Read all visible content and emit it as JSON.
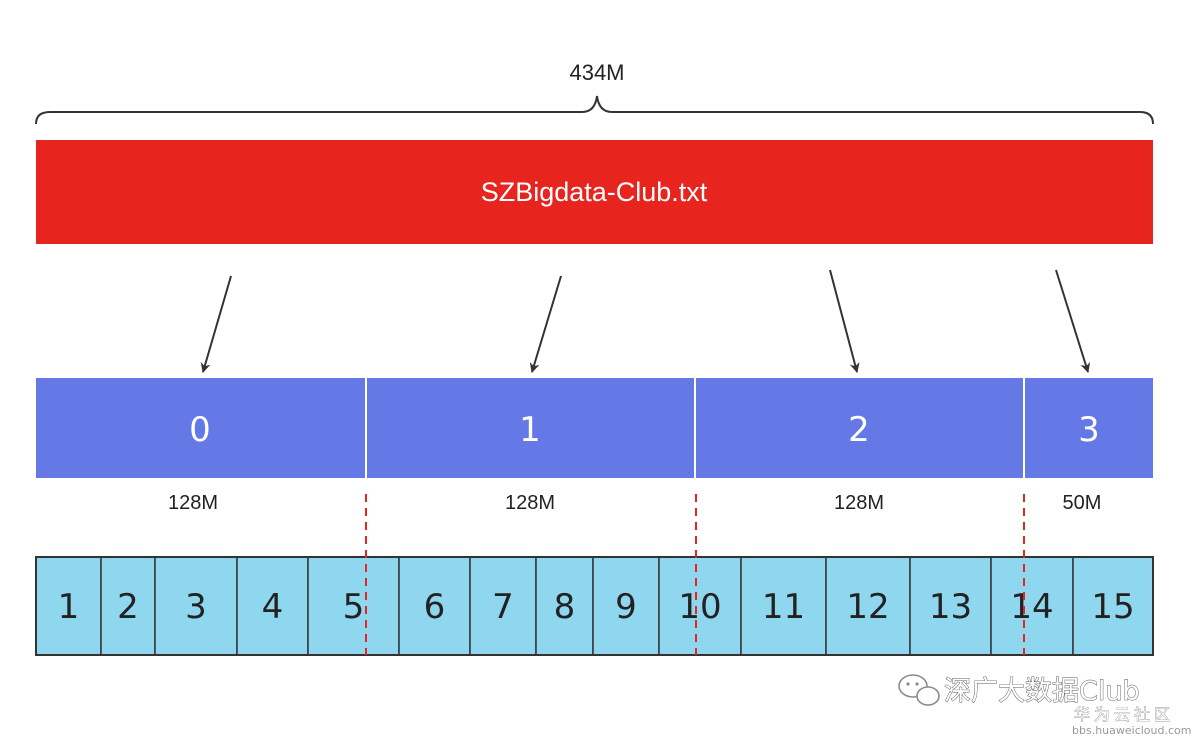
{
  "total_size": "434M",
  "file": {
    "name": "SZBigdata-Club.txt",
    "color": "#e8241f"
  },
  "blocks": [
    {
      "id": "0",
      "size": "128M"
    },
    {
      "id": "1",
      "size": "128M"
    },
    {
      "id": "2",
      "size": "128M"
    },
    {
      "id": "3",
      "size": "50M"
    }
  ],
  "block_color": "#6478e6",
  "records": [
    "1",
    "2",
    "3",
    "4",
    "5",
    "6",
    "7",
    "8",
    "9",
    "10",
    "11",
    "12",
    "13",
    "14",
    "15"
  ],
  "record_color": "#8fd6ef",
  "split_line_color": "#e8241f",
  "watermark": {
    "icon": "wechat-icon",
    "title": "深广大数据Club",
    "subtitle": "华为云社区",
    "url": "bbs.huaweicloud.com"
  }
}
